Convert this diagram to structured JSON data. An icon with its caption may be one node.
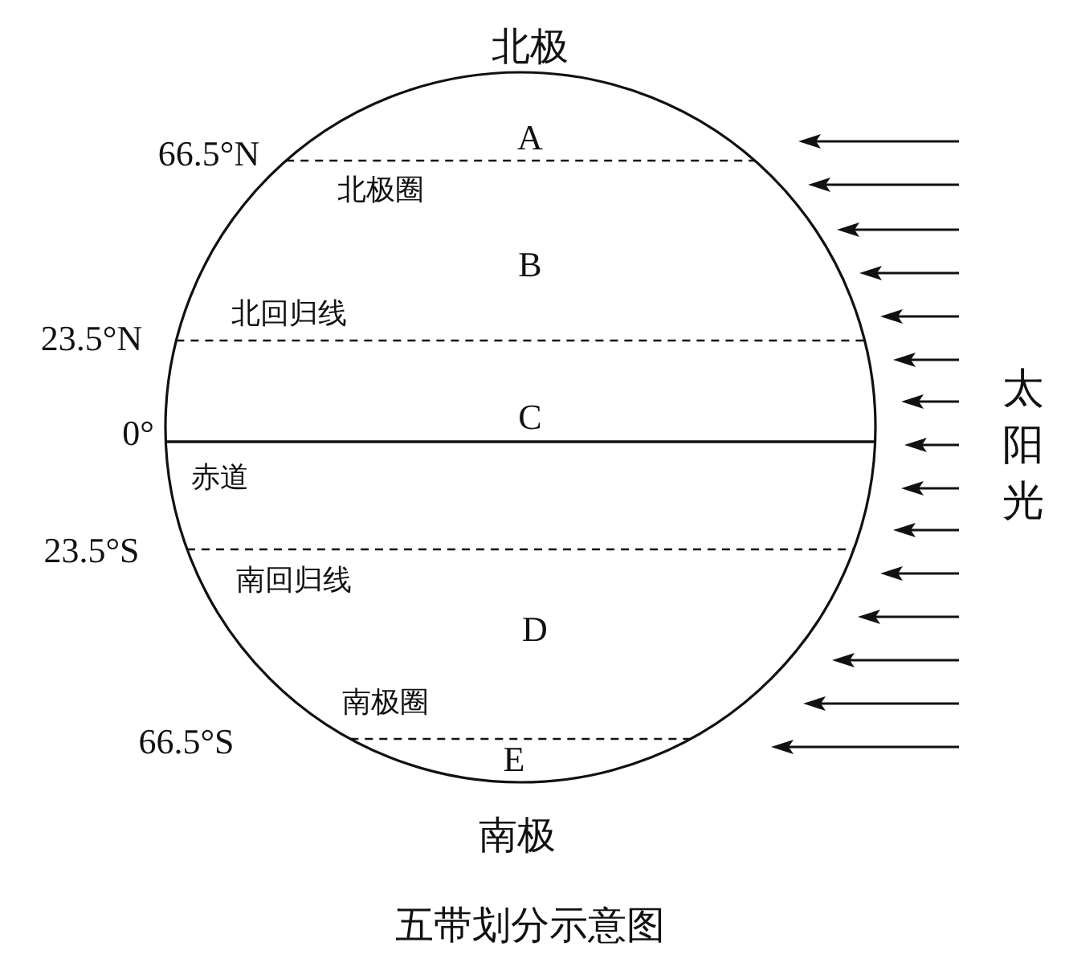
{
  "diagram": {
    "caption": "五带划分示意图",
    "labels": [
      "北极",
      "A",
      "66.5°N",
      "北极圈",
      "B",
      "23.5°N",
      "北回归线",
      "C",
      "0°",
      "赤道",
      "23.5°S",
      "南回归线",
      "D",
      "南极圈",
      "66.5°S",
      "E",
      "南极",
      "太阳光"
    ]
  }
}
